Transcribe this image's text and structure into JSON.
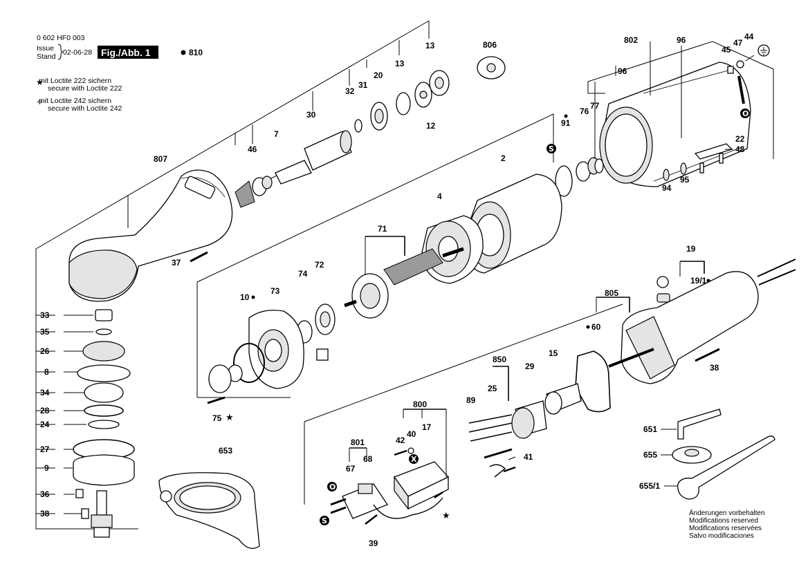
{
  "header": {
    "doc_number": "0 602 HF0 003",
    "issue_label": "Issue",
    "stand_label": "Stand",
    "date": "02-06-28",
    "fig_label": "Fig./Abb. 1",
    "ref_label": "810"
  },
  "loctite": {
    "l222_de": "mit Loctite 222 sichern",
    "l222_en": "secure with Loctite 222",
    "l242_de": "mit Loctite 242 sichern",
    "l242_en": "secure with Loctite 242"
  },
  "notes": {
    "de": "Änderungen vorbehalten",
    "en": "Modifications reserved",
    "fr": "Modifications reservées",
    "es": "Salvo modificaciones"
  },
  "symbols": {
    "s": "S",
    "o": "O",
    "x": "X"
  },
  "labels": {
    "p807": "807",
    "p7": "7",
    "p30": "30",
    "p32": "32",
    "p31": "31",
    "p20": "20",
    "p13a": "13",
    "p13b": "13",
    "p12": "12",
    "p46": "46",
    "p806": "806",
    "p802": "802",
    "p96a": "96",
    "p96b": "96",
    "p44": "44",
    "p47": "47",
    "p45": "45",
    "p91": "91",
    "p76": "76",
    "p77": "77",
    "p2": "2",
    "p22": "22",
    "p48": "48",
    "p94": "94",
    "p95": "95",
    "p4": "4",
    "p71": "71",
    "p37": "37",
    "p74": "74",
    "p72": "72",
    "p73": "73",
    "p10": "10",
    "p33": "33",
    "p35": "35",
    "p26": "26",
    "p8": "8",
    "p34": "34",
    "p28": "28",
    "p24": "24",
    "p27": "27",
    "p9": "9",
    "p36": "36",
    "p38a": "38",
    "p75": "75",
    "p653": "653",
    "p19": "19",
    "p19_1": "19/1",
    "p805": "805",
    "p60": "60",
    "p38b": "38",
    "p15": "15",
    "p29": "29",
    "p850": "850",
    "p25": "25",
    "p89": "89",
    "p800": "800",
    "p17": "17",
    "p42": "42",
    "p40": "40",
    "p801": "801",
    "p68": "68",
    "p67": "67",
    "p41": "41",
    "p39": "39",
    "p651": "651",
    "p655": "655",
    "p655_1": "655/1"
  }
}
